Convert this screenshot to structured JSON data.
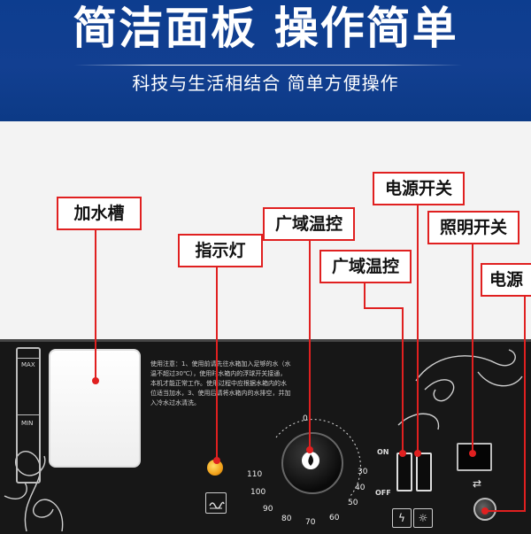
{
  "banner": {
    "title": "简洁面板 操作简单",
    "subtitle": "科技与生活相结合 简单方便操作"
  },
  "callouts": {
    "water_tank": "加水槽",
    "indicator": "指示灯",
    "temp_control_1": "广域温控",
    "temp_control_2": "广域温控",
    "power_switch": "电源开关",
    "light_switch": "照明开关",
    "power": "电源"
  },
  "panel": {
    "gauge_max": "MAX",
    "gauge_min": "MIN",
    "instructions": "使用注意：1、使用前请先往水箱加入足够的水（水温不超过30℃），使用时水箱内的浮球开关接通，本机才能正常工作。使用过程中应根据水箱内的水位适当加水，3、使用后请将水箱内的水排空，并加入冷水过水清洗。",
    "on_label": "ON",
    "off_label": "OFF",
    "dial_labels": [
      "0",
      "30",
      "40",
      "50",
      "60",
      "70",
      "80",
      "90",
      "100",
      "110"
    ]
  },
  "colors": {
    "banner_blue": "#123f91",
    "callout_red": "#e02020",
    "panel_black": "#171717",
    "indicator_amber": "#f2a11a"
  },
  "icons": [
    "heater-icon",
    "lightning-icon",
    "lamp-icon",
    "socket-plug-icon",
    "knob-flame-icon"
  ]
}
